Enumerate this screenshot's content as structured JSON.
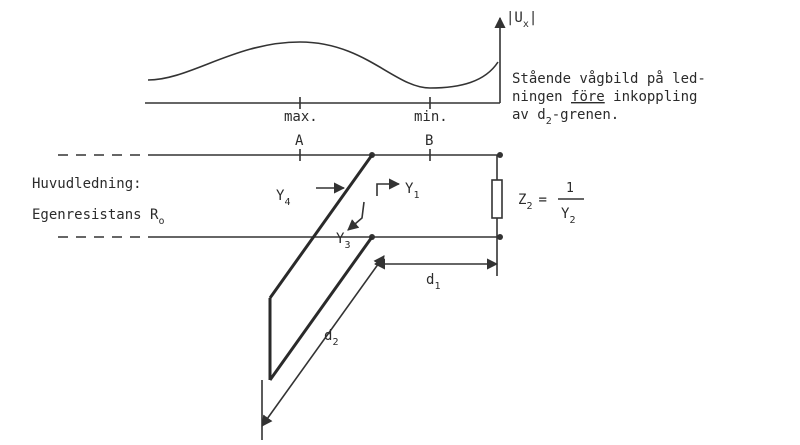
{
  "wave": {
    "ylabel": {
      "main": "|U",
      "sub": "x",
      "close": "|"
    },
    "tick_max": "max.",
    "tick_min": "min.",
    "caption": {
      "line1": "Stående vågbild på led-",
      "line2_pre": "ningen ",
      "line2_underlined": "före",
      "line2_post": " inkoppling",
      "line3_pre": "av d",
      "line3_sub": "2",
      "line3_post": "-grenen."
    }
  },
  "line": {
    "label_a": "A",
    "label_b": "B",
    "title1": "Huvudledning:",
    "title2_pre": "Egenresistans R",
    "title2_sub": "o"
  },
  "admittances": {
    "y4": {
      "main": "Y",
      "sub": "4"
    },
    "y1": {
      "main": "Y",
      "sub": "1"
    },
    "y3": {
      "main": "Y",
      "sub": "3"
    }
  },
  "load": {
    "lhs_main": "Z",
    "lhs_sub": "2",
    "equals": "=",
    "numerator": "1",
    "den_main": "Y",
    "den_sub": "2"
  },
  "dims": {
    "d1": {
      "main": "d",
      "sub": "1"
    },
    "d2": {
      "main": "d",
      "sub": "2"
    }
  }
}
